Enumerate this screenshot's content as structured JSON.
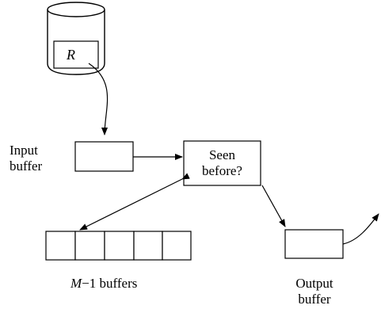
{
  "disk": {
    "relation_label": "R"
  },
  "input_buffer": {
    "label_line1": "Input",
    "label_line2": "buffer"
  },
  "decision": {
    "line1": "Seen",
    "line2": "before?"
  },
  "memory_buffers": {
    "label_m": "M",
    "label_rest": "−1 buffers",
    "slot_count": 5
  },
  "output_buffer": {
    "label_line1": "Output",
    "label_line2": "buffer"
  }
}
